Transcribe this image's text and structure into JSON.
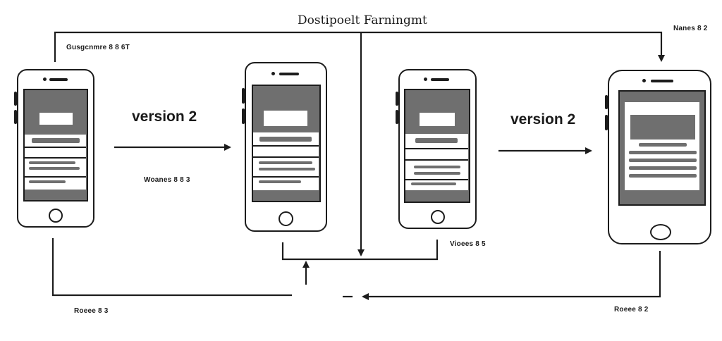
{
  "diagram": {
    "title": "Dostipoelt Farningmt",
    "labels": {
      "top_left": "Gusgcnmre 8 8 6T",
      "top_right": "Nanes 8 2",
      "mid_left": "Woanes 8 8 3",
      "mid_right": "Vioees 8 5",
      "bottom_left": "Roeee 8 3",
      "bottom_right": "Roeee 8 2"
    },
    "arrows": {
      "left": "version 2",
      "right": "version 2"
    },
    "colors": {
      "line": "#1c1c1c",
      "screen": "#6f6f6f",
      "background": "#ffffff"
    }
  }
}
